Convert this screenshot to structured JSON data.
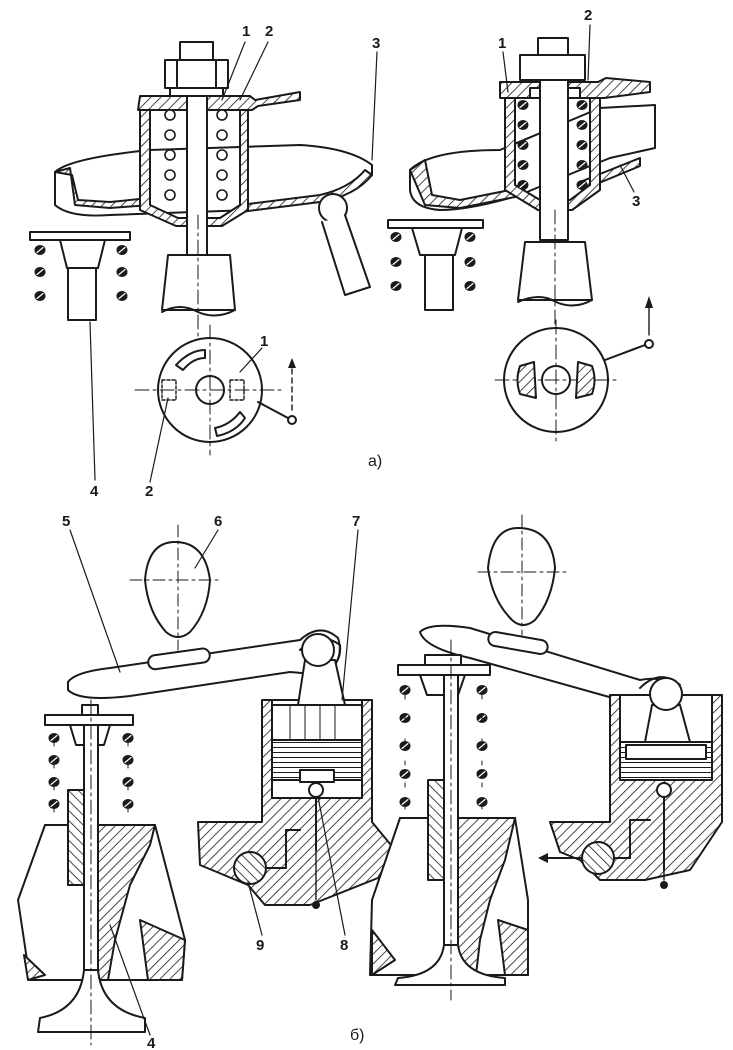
{
  "figure": {
    "part_a": {
      "caption": "а)",
      "labels": {
        "l1_left": "1",
        "l2_left": "2",
        "l3": "3",
        "l1_right": "1",
        "l2_right": "2",
        "l3_right": "3",
        "l1_disc": "1",
        "l2_bottom": "2",
        "l4_bottom": "4"
      }
    },
    "part_b": {
      "caption": "б)",
      "labels": {
        "l5": "5",
        "l6": "6",
        "l7": "7",
        "l8": "8",
        "l9": "9",
        "l4": "4"
      }
    }
  },
  "colors": {
    "ink": "#1a1a1a",
    "paper": "#ffffff"
  }
}
